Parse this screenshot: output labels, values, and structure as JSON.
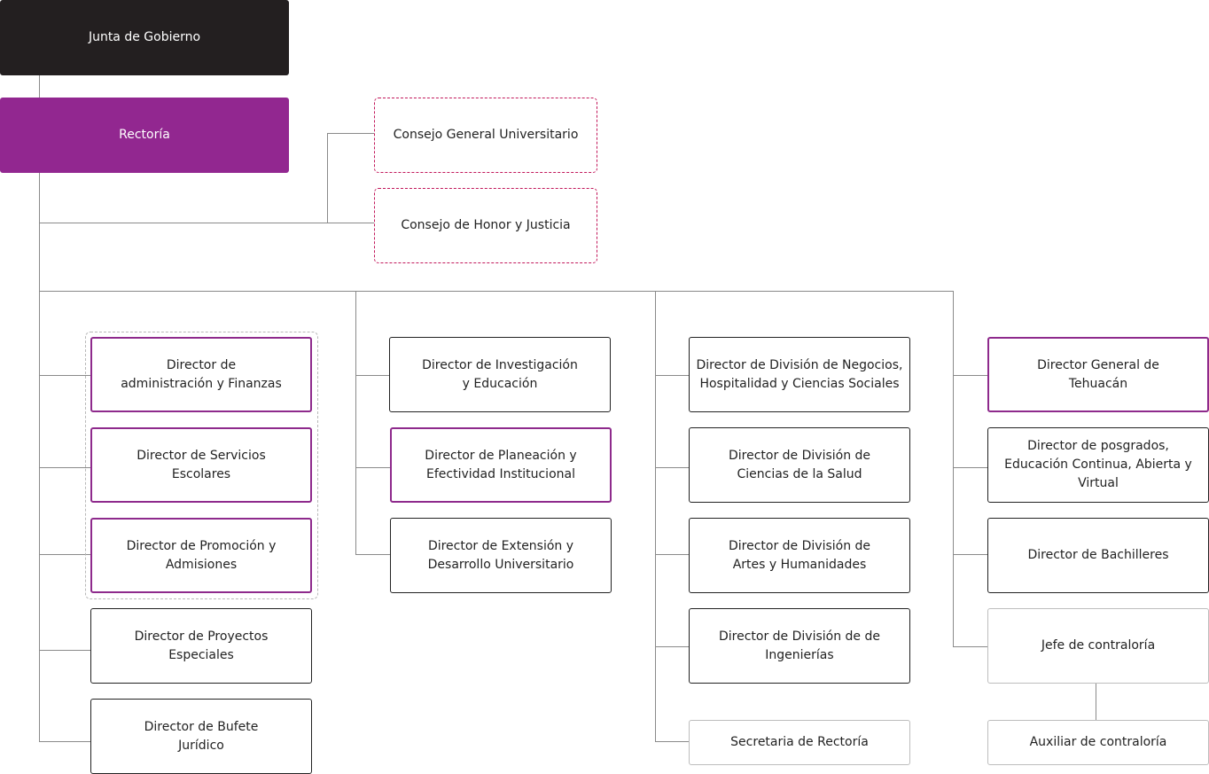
{
  "top": {
    "junta": "Junta de Gobierno",
    "rectoria": "Rectoría"
  },
  "consejos": {
    "general": "Consejo General Universitario",
    "honor": "Consejo de Honor y Justicia"
  },
  "col1": {
    "admin": "Director de\nadministración y Finanzas",
    "servicios": "Director de Servicios\nEscolares",
    "promocion": "Director de Promoción y\nAdmisiones",
    "proyectos": "Director de Proyectos\nEspeciales",
    "bufete": "Director de Bufete\nJurídico"
  },
  "col2": {
    "investigacion": "Director de Investigación\ny Educación",
    "planeacion": "Director de Planeación y\nEfectividad Institucional",
    "extension": "Director de Extensión y\nDesarrollo Universitario"
  },
  "col3": {
    "negocios": "Director de División de Negocios,\nHospitalidad y Ciencias Sociales",
    "salud": "Director de División de\nCiencias de la Salud",
    "artes": "Director de División de\nArtes y Humanidades",
    "ingenierias": "Director de División de de\nIngenierías",
    "secretaria": "Secretaria de Rectoría"
  },
  "col4": {
    "tehuacan": "Director General de\nTehuacán",
    "posgrados": "Director de posgrados,\nEducación Continua, Abierta y\nVirtual",
    "bachilleres": "Director de Bachilleres",
    "contraloria": "Jefe de contraloría",
    "auxiliar": "Auxiliar de contraloría"
  },
  "colors": {
    "dark": "#231f20",
    "primary": "#922790",
    "purple_border": "#8e2a8c",
    "dashed_border": "#c2185b"
  }
}
